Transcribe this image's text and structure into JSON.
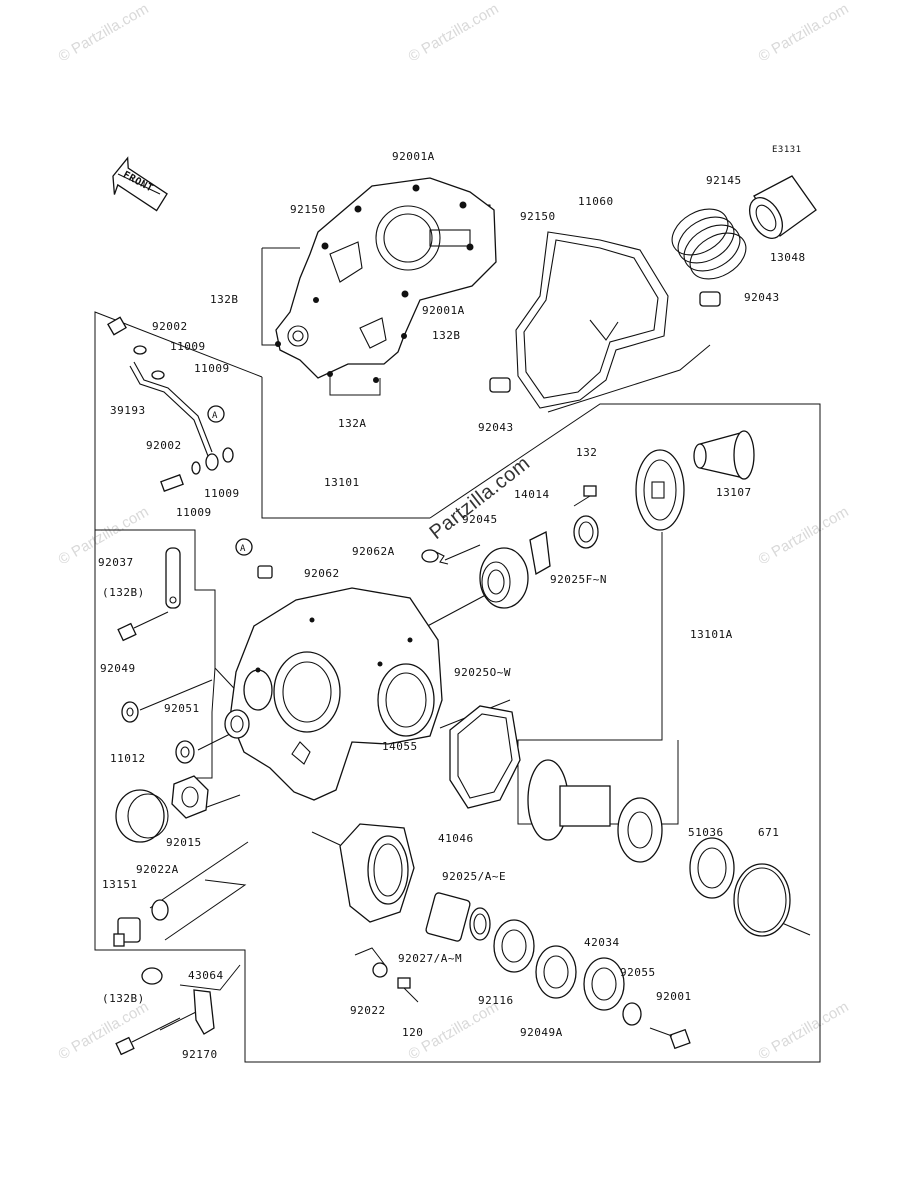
{
  "watermark_text": "© Partzilla.com",
  "overlay_watermark": "Partzilla.com",
  "diagram_code": "E3131",
  "front_label": "FRONT",
  "ref_marker": "A",
  "labels": {
    "l92001a_top": "92001A",
    "l92150_left": "92150",
    "l92150_right": "92150",
    "l132b_left": "132B",
    "l92001a_mid": "92001A",
    "l132b_right": "132B",
    "l132a": "132A",
    "l11060": "11060",
    "l92145": "92145",
    "l13048": "13048",
    "l92043_right": "92043",
    "l92043_left": "92043",
    "l92002_top": "92002",
    "l11009_a": "11009",
    "l11009_b": "11009",
    "l39193": "39193",
    "l92002_bot": "92002",
    "l11009_c": "11009",
    "l11009_d": "11009",
    "l13101": "13101",
    "l132": "132",
    "l14014": "14014",
    "l13107": "13107",
    "l92045": "92045",
    "l92062a": "92062A",
    "l92025f": "92025F~N",
    "l92062": "92062",
    "l92037": "92037",
    "l132b_paren_a": "(132B)",
    "l13101a": "13101A",
    "l92049": "92049",
    "l92025o": "92025O~W",
    "l92051": "92051",
    "l14055": "14055",
    "l11012": "11012",
    "l92015": "92015",
    "l51036": "51036",
    "l671": "671",
    "l41046": "41046",
    "l92022a": "92022A",
    "l13151": "13151",
    "l92025a": "92025/A~E",
    "l92027": "92027/A~M",
    "l42034": "42034",
    "l92055": "92055",
    "l43064": "43064",
    "l132b_paren_b": "(132B)",
    "l92022": "92022",
    "l120": "120",
    "l92116": "92116",
    "l92049a": "92049A",
    "l92001": "92001",
    "l92170": "92170"
  }
}
